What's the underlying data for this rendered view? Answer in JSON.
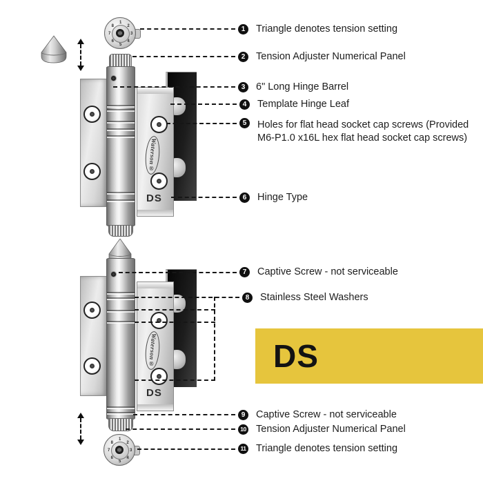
{
  "badge": {
    "label": "DS",
    "background": "#e6c53d"
  },
  "hinge": {
    "brand": "Waterson®",
    "type_label": "DS"
  },
  "dial": {
    "numbers": [
      "1",
      "2",
      "3",
      "4",
      "5",
      "6",
      "7",
      "8"
    ]
  },
  "callouts": [
    {
      "num": "1",
      "label": "Triangle denotes tension setting"
    },
    {
      "num": "2",
      "label": "Tension Adjuster Numerical Panel"
    },
    {
      "num": "3",
      "label": "6\" Long Hinge Barrel"
    },
    {
      "num": "4",
      "label": "Template Hinge Leaf"
    },
    {
      "num": "5",
      "label": "Holes for flat head socket cap screws (Provided M6-P1.0 x16L hex flat head socket cap screws)"
    },
    {
      "num": "6",
      "label": "Hinge Type"
    },
    {
      "num": "7",
      "label": "Captive Screw - not serviceable"
    },
    {
      "num": "8",
      "label": "Stainless Steel Washers"
    },
    {
      "num": "9",
      "label": "Captive Screw - not serviceable"
    },
    {
      "num": "10",
      "label": "Tension Adjuster Numerical Panel"
    },
    {
      "num": "11",
      "label": "Triangle denotes tension setting"
    }
  ]
}
